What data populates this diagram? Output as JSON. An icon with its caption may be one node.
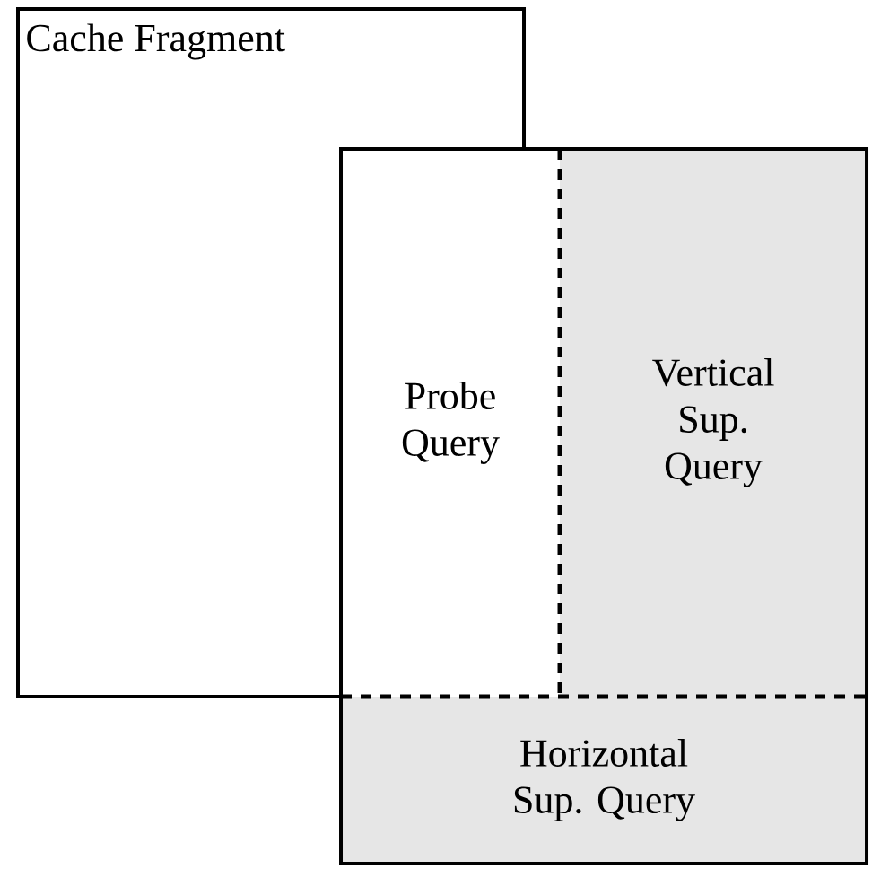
{
  "diagram": {
    "nodes": [
      {
        "text": [
          "Cache Fragment"
        ]
      },
      {
        "text": [
          "Probe Query"
        ]
      },
      {
        "text": [
          "Vertical Sup. Query"
        ]
      },
      {
        "text": [
          "Horizontal Sup. Query"
        ]
      }
    ]
  }
}
